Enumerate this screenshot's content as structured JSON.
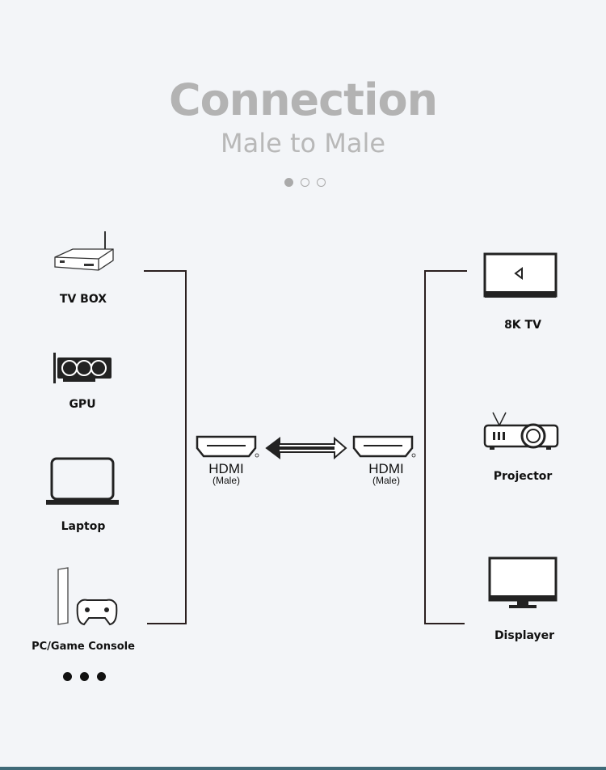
{
  "header": {
    "title": "Connection",
    "subtitle": "Male to Male"
  },
  "pager": {
    "count": 3,
    "active": 0
  },
  "sources": [
    {
      "label": "TV BOX",
      "icon": "tv-box-icon"
    },
    {
      "label": "GPU",
      "icon": "gpu-icon"
    },
    {
      "label": "Laptop",
      "icon": "laptop-icon"
    },
    {
      "label": "PC/Game Console",
      "icon": "game-console-icon"
    }
  ],
  "displays": [
    {
      "label": "8K TV",
      "icon": "tv-icon"
    },
    {
      "label": "Projector",
      "icon": "projector-icon"
    },
    {
      "label": "Displayer",
      "icon": "monitor-icon"
    }
  ],
  "cable": {
    "left": {
      "name": "HDMI",
      "type": "(Male)"
    },
    "right": {
      "name": "HDMI",
      "type": "(Male)"
    }
  }
}
